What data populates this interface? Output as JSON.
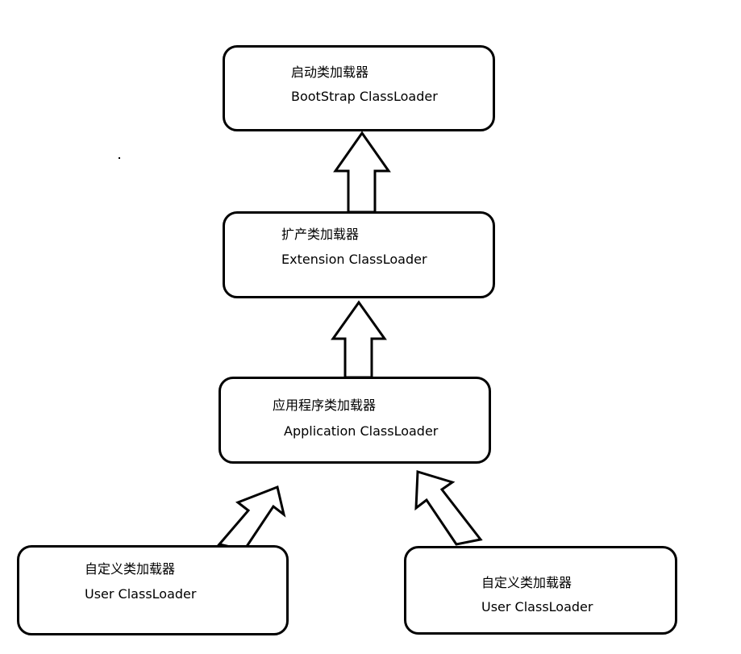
{
  "loaders": {
    "bootstrap": {
      "name_zh": "启动类加载器",
      "name_en": "BootStrap ClassLoader"
    },
    "extension": {
      "name_zh": "扩产类加载器",
      "name_en": "Extension ClassLoader"
    },
    "application": {
      "name_zh": "应用程序类加载器",
      "name_en": "Application ClassLoader"
    },
    "user_left": {
      "name_zh": "自定义类加载器",
      "name_en": "User ClassLoader"
    },
    "user_right": {
      "name_zh": "自定义类加载器",
      "name_en": "User ClassLoader"
    }
  }
}
